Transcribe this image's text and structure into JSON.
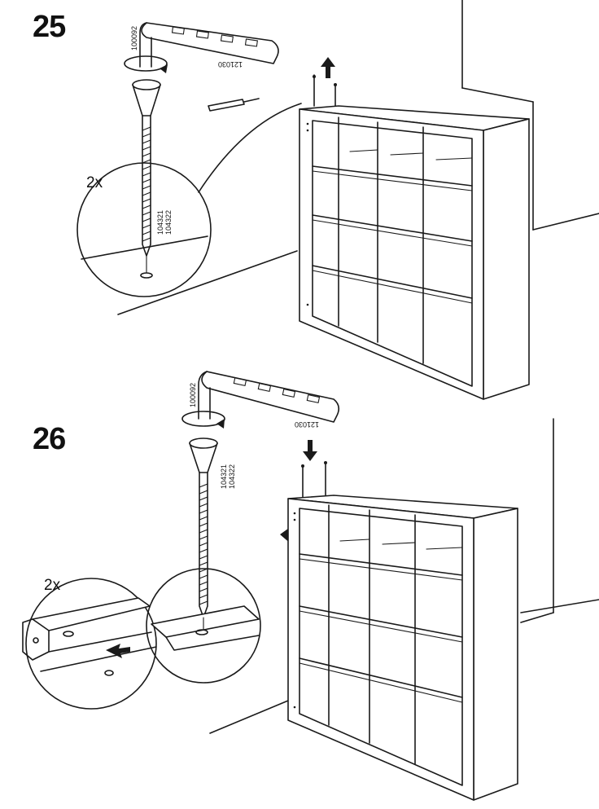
{
  "steps": [
    {
      "number": "25",
      "quantity": "2x",
      "tool_codes": [
        "100092",
        "121030"
      ],
      "screw_codes": [
        "104321",
        "104322"
      ]
    },
    {
      "number": "26",
      "quantity": "2x",
      "tool_codes": [
        "100092",
        "121030"
      ],
      "screw_codes": [
        "104321",
        "104322"
      ]
    }
  ],
  "colors": {
    "line": "#1a1a1a",
    "background": "#ffffff"
  },
  "icons": [
    "allen-key-icon",
    "rotate-arrow-icon",
    "screw-icon",
    "screwdriver-icon",
    "up-arrow-icon",
    "down-arrow-icon",
    "left-arrow-icon"
  ]
}
